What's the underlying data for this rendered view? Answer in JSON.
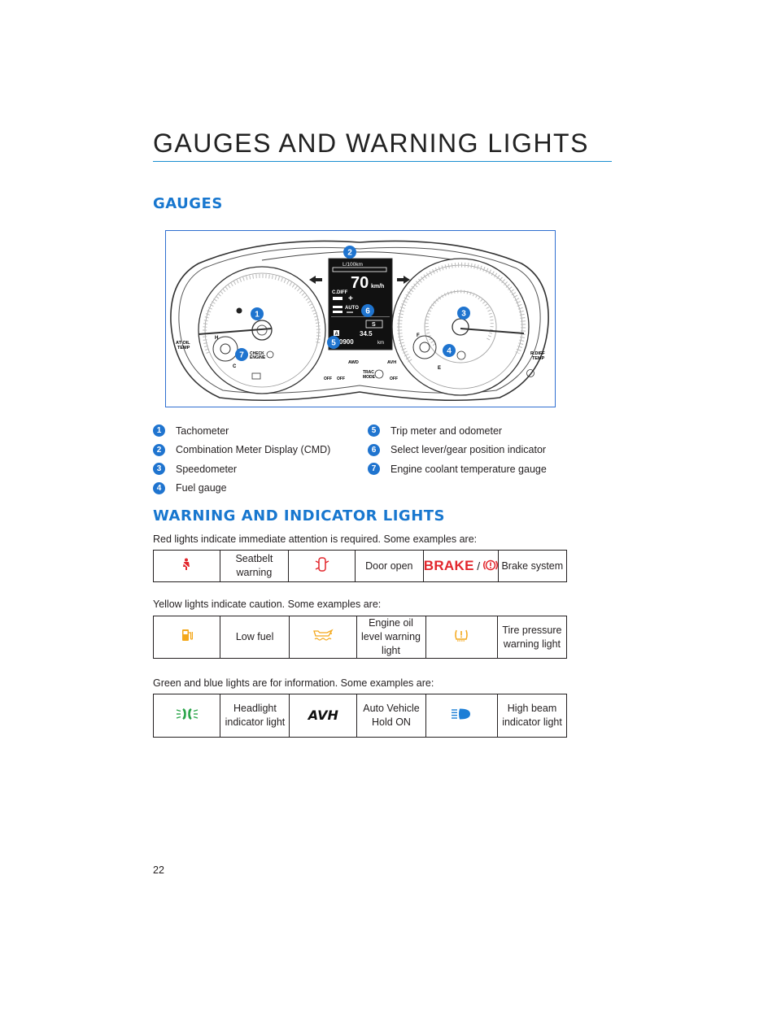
{
  "header": {
    "title": "GAUGES AND WARNING LIGHTS"
  },
  "gauges_section": {
    "title": "GAUGES",
    "figure": {
      "callouts": [
        "1",
        "2",
        "3",
        "4",
        "5",
        "6",
        "7"
      ],
      "labels": {
        "at_oil_temp_1": "AT OIL",
        "at_oil_temp_2": "TEMP",
        "check_engine_1": "CHECK",
        "check_engine_2": "ENGINE",
        "temp_h": "H",
        "temp_c": "C",
        "fuel_f": "F",
        "fuel_e": "E",
        "rdiff_1": "R.DIFF",
        "rdiff_2": "TEMP",
        "cmd_unit": "L/100km",
        "cmd_speed": "70",
        "cmd_speed_unit": "km/h",
        "cmd_cdiff": "C.DIFF",
        "cmd_auto": "AUTO",
        "cmd_trip_a": "A",
        "cmd_trip": "34.5",
        "cmd_odo": "000900",
        "cmd_odo_unit": "km",
        "cmd_gear": "S",
        "awd": "AWD",
        "avh": "AVH",
        "trac_mode_1": "TRAC",
        "trac_mode_2": "MODE",
        "off_1": "OFF",
        "off_2": "OFF",
        "off_3": "OFF"
      }
    },
    "legend_left": [
      {
        "num": "1",
        "label": "Tachometer"
      },
      {
        "num": "2",
        "label": "Combination Meter Display (CMD)"
      },
      {
        "num": "3",
        "label": "Speedometer"
      },
      {
        "num": "4",
        "label": "Fuel gauge"
      }
    ],
    "legend_right": [
      {
        "num": "5",
        "label": "Trip meter and odometer"
      },
      {
        "num": "6",
        "label": "Select lever/gear position indicator"
      },
      {
        "num": "7",
        "label": "Engine coolant temperature gauge"
      }
    ]
  },
  "warning_section": {
    "title": "WARNING AND INDICATOR LIGHTS",
    "red_intro": "Red lights indicate immediate attention is required. Some examples are:",
    "red_table": {
      "seatbelt": "Seatbelt warning",
      "door": "Door open",
      "brake_word": "BRAKE",
      "brake_sep": "/",
      "brake": "Brake system"
    },
    "yellow_intro": "Yellow lights indicate caution. Some examples are:",
    "yellow_table": {
      "fuel": "Low fuel",
      "oil": "Engine oil level warning light",
      "tire": "Tire pressure warning light"
    },
    "green_intro": "Green and blue lights are for information. Some examples are:",
    "green_table": {
      "headlight": "Headlight indicator light",
      "avh_word": "AVH",
      "avh": "Auto Vehicle Hold ON",
      "highbeam": "High beam indicator light"
    },
    "colors": {
      "red": "#e2262c",
      "yellow": "#f4a81c",
      "green": "#2aa54a",
      "blue": "#1c7ed6"
    }
  },
  "page_number": "22"
}
